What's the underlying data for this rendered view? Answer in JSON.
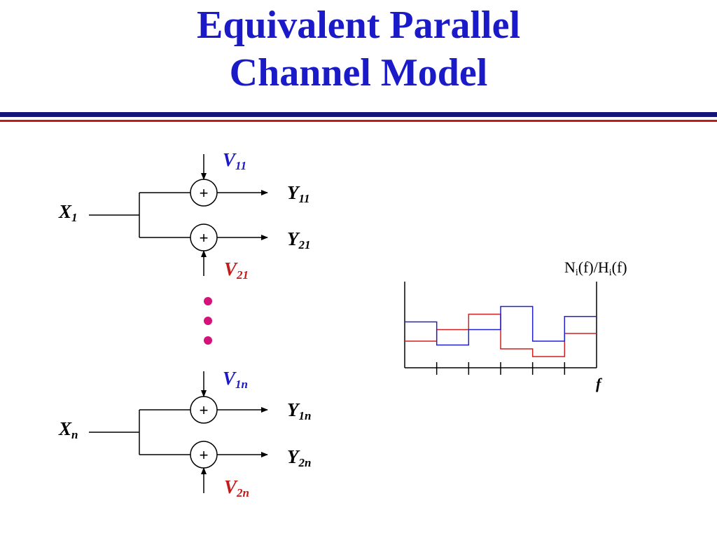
{
  "title": {
    "line1": "Equivalent Parallel",
    "line2": "Channel Model"
  },
  "colors": {
    "title": "#1a1ac8",
    "rule_blue": "#14147a",
    "rule_red": "#c21b1b",
    "noise_blue": "#1a1ac8",
    "noise_red": "#c21b1b",
    "dots": "#d4127a",
    "curve_blue": "#2020d0",
    "curve_red": "#d02020"
  },
  "diagram": {
    "group1": {
      "input": {
        "base": "X",
        "sub": "1"
      },
      "adder_symbol": "+",
      "top_noise": {
        "base": "V",
        "sub": "11"
      },
      "top_output": {
        "base": "Y",
        "sub": "11"
      },
      "bottom_output": {
        "base": "Y",
        "sub": "21"
      },
      "bottom_noise": {
        "base": "V",
        "sub": "21"
      }
    },
    "group2": {
      "input": {
        "base": "X",
        "sub": "n"
      },
      "adder_symbol": "+",
      "top_noise": {
        "base": "V",
        "sub": "1n"
      },
      "top_output": {
        "base": "Y",
        "sub": "1n"
      },
      "bottom_output": {
        "base": "Y",
        "sub": "2n"
      },
      "bottom_noise": {
        "base": "V",
        "sub": "2n"
      }
    },
    "ellipsis_dots": 3
  },
  "plot": {
    "ylabel": {
      "n": "N",
      "i1": "i",
      "mid": "(f)/H",
      "i2": "i",
      "end": "(f)"
    },
    "xlabel": "f",
    "bins": 6,
    "blue_levels": [
      0.55,
      0.25,
      0.45,
      0.75,
      0.3,
      0.62
    ],
    "red_levels": [
      0.3,
      0.45,
      0.65,
      0.2,
      0.1,
      0.4
    ]
  }
}
